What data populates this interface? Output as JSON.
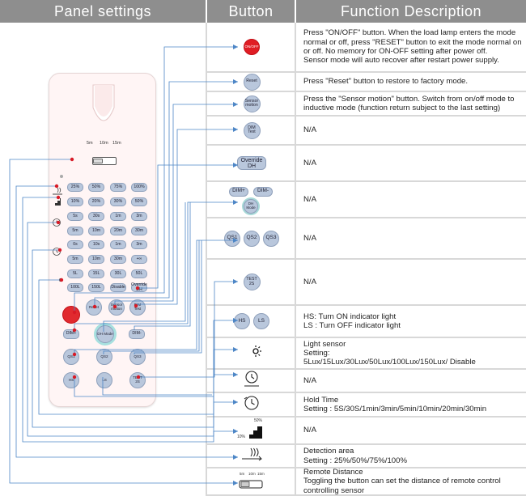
{
  "headers": {
    "panel": "Panel settings",
    "button": "Button",
    "function": "Function Description"
  },
  "colors": {
    "header": "#8e8e8e",
    "accent": "#4d86c6",
    "dot": "#d81a26",
    "button_fill": "#b9c7dc",
    "remote_body": "#fff5f5",
    "red_button": "#e12a2f"
  },
  "rows": [
    {
      "button": {
        "type": "red-circle",
        "label": "ON/OFF"
      },
      "desc": [
        "Press \"ON/OFF\" button. When the load lamp enters the mode normal or off, press \"RESET\" button to exit the mode normal on or off. No memory for ON-OFF setting after power off.",
        "Sensor mode will auto recover after restart power supply."
      ]
    },
    {
      "button": {
        "type": "circle",
        "label": "Reset"
      },
      "desc": [
        "Press \"Reset\" button to restore to factory mode."
      ]
    },
    {
      "button": {
        "type": "circle",
        "label": "Sensor motion"
      },
      "desc": [
        "Press the \"Sensor motion\" button. Switch from on/off mode to inductive mode (function return subject to the last setting)"
      ]
    },
    {
      "button": {
        "type": "circle",
        "label": "DIM Test"
      },
      "desc": [
        "N/A"
      ]
    },
    {
      "button": {
        "type": "pill",
        "label": "Override DH"
      },
      "desc": [
        "N/A"
      ]
    },
    {
      "button": {
        "type": "dim-group",
        "labels": [
          "DIM+",
          "DIM-",
          "DH Mode"
        ]
      },
      "desc": [
        "N/A"
      ]
    },
    {
      "button": {
        "type": "qs-group",
        "labels": [
          "QS1",
          "QS2",
          "QS3"
        ]
      },
      "desc": [
        "N/A"
      ]
    },
    {
      "button": {
        "type": "circle",
        "label": "TEST 2S"
      },
      "desc": [
        "N/A"
      ]
    },
    {
      "button": {
        "type": "hsls",
        "labels": [
          "HS",
          "LS"
        ]
      },
      "desc": [
        "HS: Turn ON indicator light",
        "LS : Turn OFF indicator light"
      ]
    },
    {
      "button": {
        "type": "icon",
        "icon": "moon-sun-icon"
      },
      "desc": [
        "Light sensor",
        "Setting:",
        "5Lux/15Lux/30Lux/50Lux/100Lux/150Lux/ Disable"
      ]
    },
    {
      "button": {
        "type": "icon",
        "icon": "clock-person-icon"
      },
      "desc": [
        "N/A"
      ]
    },
    {
      "button": {
        "type": "icon",
        "icon": "clock-icon"
      },
      "desc": [
        "Hold Time",
        "Setting : 5S/30S/1min/3min/5min/10min/20min/30min"
      ]
    },
    {
      "button": {
        "type": "icon",
        "icon": "stairs-icon",
        "labels": [
          "50%",
          "10%"
        ]
      },
      "desc": [
        "N/A"
      ]
    },
    {
      "button": {
        "type": "icon",
        "icon": "detection-wave-icon"
      },
      "desc": [
        "Detection area",
        "Setting : 25%/50%/75%/100%"
      ]
    },
    {
      "button": {
        "type": "icon",
        "icon": "switch-icon",
        "labels": [
          "5m",
          "10m",
          "15m"
        ]
      },
      "desc": [
        "Remote Distance",
        "Toggling the button can set the distance of remote control",
        "controlling sensor"
      ]
    }
  ],
  "remote": {
    "distance_labels": [
      "5m",
      "10m",
      "15m"
    ],
    "grid": [
      [
        "25%",
        "50%",
        "75%",
        "100%"
      ],
      [
        "10%",
        "20%",
        "30%",
        "50%"
      ],
      [
        "5s",
        "30s",
        "1m",
        "3m"
      ],
      [
        "5m",
        "10m",
        "20m",
        "30m"
      ],
      [
        "0s",
        "10s",
        "1m",
        "3m"
      ],
      [
        "5m",
        "10m",
        "30m",
        "+∞"
      ],
      [
        "5L",
        "15L",
        "30L",
        "50L"
      ],
      [
        "100L",
        "150L",
        "Disable",
        "Override DH"
      ]
    ],
    "round_rows": [
      [
        "ON/OFF",
        "Reset",
        "Sensor motion",
        "DIM Test"
      ],
      [
        "DIM+",
        "DH Mode",
        "DIM-"
      ],
      [
        "QS1",
        "QS2",
        "QS3"
      ],
      [
        "HS",
        "LS",
        "TEST 2S"
      ]
    ]
  }
}
